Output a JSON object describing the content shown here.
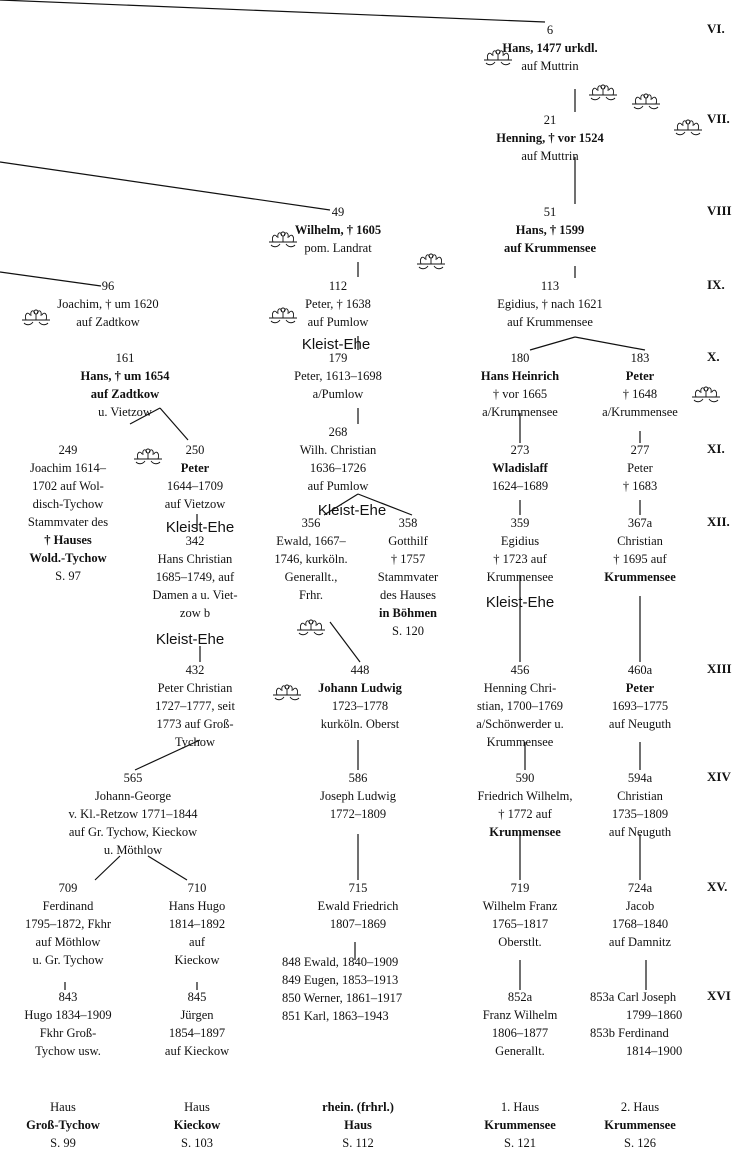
{
  "generations": [
    "VI.",
    "VII.",
    "VIII",
    "IX.",
    "X.",
    "XI.",
    "XII.",
    "XIII",
    "XIV",
    "XV.",
    "XVI"
  ],
  "nodes": [
    {
      "id": "n6",
      "lines": [
        "6",
        "Hans, 1477 urkdl.",
        "auf Muttrin"
      ]
    },
    {
      "id": "n21",
      "lines": [
        "21",
        "Henning, † vor 1524",
        "auf Muttrin"
      ]
    },
    {
      "id": "n49",
      "lines": [
        "49",
        "Wilhelm, † 1605",
        "pom. Landrat"
      ]
    },
    {
      "id": "n51",
      "lines": [
        "51",
        "Hans, † 1599",
        "auf Krummensee"
      ]
    },
    {
      "id": "n96",
      "lines": [
        "96",
        "Joachim, † um 1620",
        "auf Zadtkow"
      ]
    },
    {
      "id": "n112",
      "lines": [
        "112",
        "Peter, † 1638",
        "auf Pumlow"
      ]
    },
    {
      "id": "n113",
      "lines": [
        "113",
        "Egidius, † nach 1621",
        "auf Krummensee"
      ]
    },
    {
      "id": "n161",
      "lines": [
        "161",
        "Hans, † um 1654",
        "auf Zadtkow",
        "u. Vietzow"
      ]
    },
    {
      "id": "n179",
      "lines": [
        "179",
        "Peter, 1613–1698",
        "a/Pumlow"
      ]
    },
    {
      "id": "n180",
      "lines": [
        "180",
        "Hans Heinrich",
        "† vor 1665",
        "a/Krummensee"
      ]
    },
    {
      "id": "n183",
      "lines": [
        "183",
        "Peter",
        "† 1648",
        "a/Krummensee"
      ]
    },
    {
      "id": "n249",
      "lines": [
        "249",
        "Joachim 1614–",
        "1702 auf Wol-",
        "disch-Tychow",
        "Stammvater des",
        "† Hauses",
        "Wold.-Tychow",
        "S. 97"
      ]
    },
    {
      "id": "n250",
      "lines": [
        "250",
        "Peter",
        "1644–1709",
        "auf Vietzow"
      ]
    },
    {
      "id": "n268",
      "lines": [
        "268",
        "Wilh. Christian",
        "1636–1726",
        "auf Pumlow"
      ]
    },
    {
      "id": "n273",
      "lines": [
        "273",
        "Wladislaff",
        "1624–1689"
      ]
    },
    {
      "id": "n277",
      "lines": [
        "277",
        "Peter",
        "† 1683"
      ]
    },
    {
      "id": "n342",
      "lines": [
        "342",
        "Hans Christian",
        "1685–1749, auf",
        "Damen a u. Viet-",
        "zow b"
      ]
    },
    {
      "id": "n356",
      "lines": [
        "356",
        "Ewald, 1667–",
        "1746, kurköln.",
        "Generallt.,",
        "Frhr."
      ]
    },
    {
      "id": "n358",
      "lines": [
        "358",
        "Gotthilf",
        "† 1757",
        "Stammvater",
        "des Hauses",
        "in Böhmen",
        "S. 120"
      ]
    },
    {
      "id": "n359",
      "lines": [
        "359",
        "Egidius",
        "† 1723 auf",
        "Krummensee"
      ]
    },
    {
      "id": "n367a",
      "lines": [
        "367a",
        "Christian",
        "† 1695 auf",
        "Krummensee"
      ]
    },
    {
      "id": "n432",
      "lines": [
        "432",
        "Peter Christian",
        "1727–1777, seit",
        "1773 auf Groß-",
        "Tychow"
      ]
    },
    {
      "id": "n448",
      "lines": [
        "448",
        "Johann Ludwig",
        "1723–1778",
        "kurköln. Oberst"
      ]
    },
    {
      "id": "n456",
      "lines": [
        "456",
        "Henning Chri-",
        "stian, 1700–1769",
        "a/Schönwerder u.",
        "Krummensee"
      ]
    },
    {
      "id": "n460a",
      "lines": [
        "460a",
        "Peter",
        "1693–1775",
        "auf Neuguth"
      ]
    },
    {
      "id": "n565",
      "lines": [
        "565",
        "Johann-George",
        "v. Kl.-Retzow 1771–1844",
        "auf Gr. Tychow, Kieckow",
        "u. Möthlow"
      ]
    },
    {
      "id": "n586",
      "lines": [
        "586",
        "Joseph Ludwig",
        "1772–1809"
      ]
    },
    {
      "id": "n590",
      "lines": [
        "590",
        "Friedrich Wilhelm,",
        "† 1772 auf",
        "Krummensee"
      ]
    },
    {
      "id": "n594a",
      "lines": [
        "594a",
        "Christian",
        "1735–1809",
        "auf Neuguth"
      ]
    },
    {
      "id": "n709",
      "lines": [
        "709",
        "Ferdinand",
        "1795–1872, Fkhr",
        "auf Möthlow",
        "u. Gr. Tychow"
      ]
    },
    {
      "id": "n710",
      "lines": [
        "710",
        "Hans Hugo",
        "1814–1892",
        "auf",
        "Kieckow"
      ]
    },
    {
      "id": "n715",
      "lines": [
        "715",
        "Ewald Friedrich",
        "1807–1869"
      ]
    },
    {
      "id": "n719",
      "lines": [
        "719",
        "Wilhelm Franz",
        "1765–1817",
        "Oberstlt."
      ]
    },
    {
      "id": "n724a",
      "lines": [
        "724a",
        "Jacob",
        "1768–1840",
        "auf Damnitz"
      ]
    },
    {
      "id": "n843",
      "lines": [
        "843",
        "Hugo 1834–1909",
        "Fkhr Groß-",
        "Tychow usw."
      ]
    },
    {
      "id": "n845",
      "lines": [
        "845",
        "Jürgen",
        "1854–1897",
        "auf Kieckow"
      ]
    },
    {
      "id": "n852a",
      "lines": [
        "852a",
        "Franz Wilhelm",
        "1806–1877",
        "Generallt."
      ]
    }
  ],
  "groups": [
    {
      "id": "g848",
      "rows": [
        "848  Ewald, 1840–1909",
        "849  Eugen, 1853–1913",
        "850  Werner, 1861–1917",
        "851  Karl, 1863–1943"
      ]
    },
    {
      "id": "g853",
      "rows": [
        "853a Carl Joseph",
        "1799–1860",
        "853b Ferdinand",
        "1814–1900"
      ]
    }
  ],
  "marriage_label": "Kleist-Ehe",
  "houses": [
    {
      "id": "h1",
      "lines": [
        "Haus",
        "Groß-Tychow",
        "S. 99"
      ]
    },
    {
      "id": "h2",
      "lines": [
        "Haus",
        "Kieckow",
        "S. 103"
      ]
    },
    {
      "id": "h3",
      "lines": [
        "rhein. (frhrl.)",
        "Haus",
        "S. 112"
      ]
    },
    {
      "id": "h4",
      "lines": [
        "1. Haus",
        "Krummensee",
        "S. 121"
      ]
    },
    {
      "id": "h5",
      "lines": [
        "2. Haus",
        "Krummensee",
        "S. 126"
      ]
    }
  ]
}
